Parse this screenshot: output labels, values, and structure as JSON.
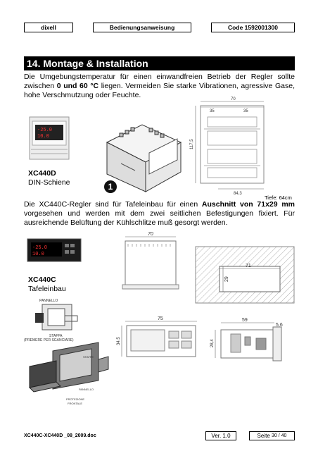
{
  "header": {
    "brand": "dixell",
    "doc_type": "Bedienungsanweisung",
    "code": "Code 1592001300"
  },
  "section": {
    "title": "14. Montage & Installation"
  },
  "intro": {
    "part1": "Die Umgebungstemperatur für einen einwandfreien Betrieb der Regler sollte zwischen ",
    "range": "0 und 60 °C",
    "part2": " liegen. Vermeiden Sie starke Vibrationen, agressive Gase, hohe Verschmutzung oder Feuchte."
  },
  "din": {
    "model": "XC440D",
    "mount": "DIN-Schiene",
    "badge": "1",
    "depth_note": "Tiefe: 64cm",
    "dims": {
      "w": "70",
      "w1": "35",
      "w2": "35",
      "h": "117,5",
      "d": "84,3"
    }
  },
  "panel": {
    "text1": "Die XC440C-Regler sind für Tafeleinbau für einen ",
    "cutout": "Auschnitt von 71x29 mm",
    "text2": " vorgesehen und werden mit dem zwei seitlichen Befestigungen fixiert. Für ausreichende Belüftung der Kühlschlitze muß gesorgt werden.",
    "model": "XC440C",
    "mount": "Tafeleinbau",
    "dims": {
      "top_w": "70",
      "cut_w": "71",
      "cut_h": "29",
      "front_w": "75",
      "front_h": "34,5",
      "side_w": "59",
      "side_t": "5,6",
      "side_h": "28,4"
    },
    "labels": {
      "pannello1": "PANNELLO",
      "staffa": "STAFFA",
      "staffa_note": "(PREMERE PER SGANCIARE)",
      "staffe": "STAFFE",
      "pannello2": "PANNELLO",
      "protezione1": "PROTEZIONE",
      "protezione2": "FRONTALE"
    }
  },
  "display": {
    "din_top": "-25.0",
    "din_bot": "10.0",
    "panel_top": "-25.0",
    "panel_bot": "10.0"
  },
  "footer": {
    "file": "XC440C-XC440D _08_2009.doc",
    "version": "Ver. 1.0",
    "page_prefix": "Seite",
    "page_num": "30 / 40"
  }
}
